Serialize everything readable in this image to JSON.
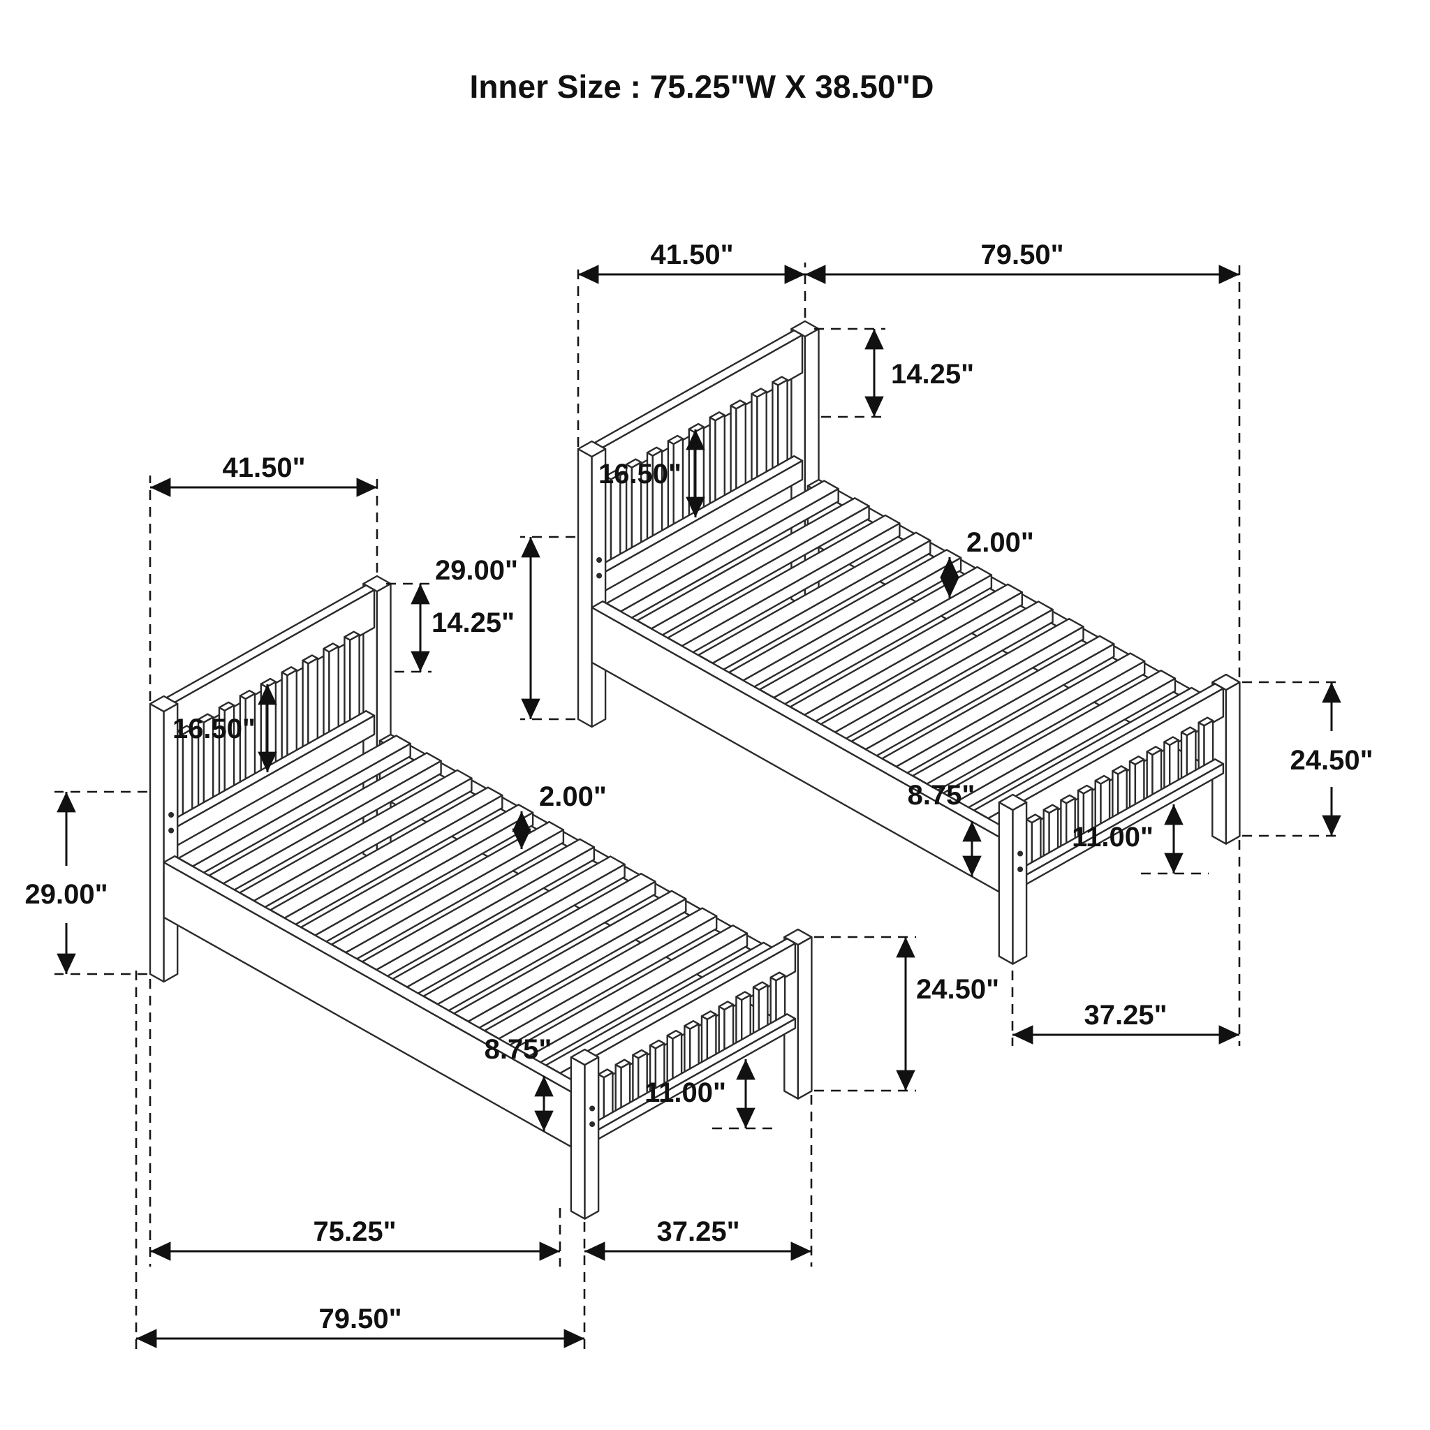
{
  "diagram": {
    "title": "Inner Size : 75.25\"W X  38.50\"D"
  },
  "dims": {
    "upper": {
      "headboard_width": "41.50\"",
      "overall_length": "79.50\"",
      "headboard_above_rail": "14.25\"",
      "headboard_panel_height": "16.50\"",
      "headboard_height": "29.00\"",
      "slat_thickness": "2.00\"",
      "footboard_height": "24.50\"",
      "rail_height": "8.75\"",
      "underbed_clearance": "11.00\"",
      "footboard_width": "37.25\""
    },
    "lower": {
      "headboard_width": "41.50\"",
      "headboard_above_rail": "14.25\"",
      "headboard_panel_height": "16.50\"",
      "headboard_height": "29.00\"",
      "slat_thickness": "2.00\"",
      "footboard_height": "24.50\"",
      "rail_height": "8.75\"",
      "underbed_clearance": "11.00\"",
      "slat_platform_length": "75.25\"",
      "footboard_width": "37.25\"",
      "overall_length": "79.50\""
    }
  }
}
